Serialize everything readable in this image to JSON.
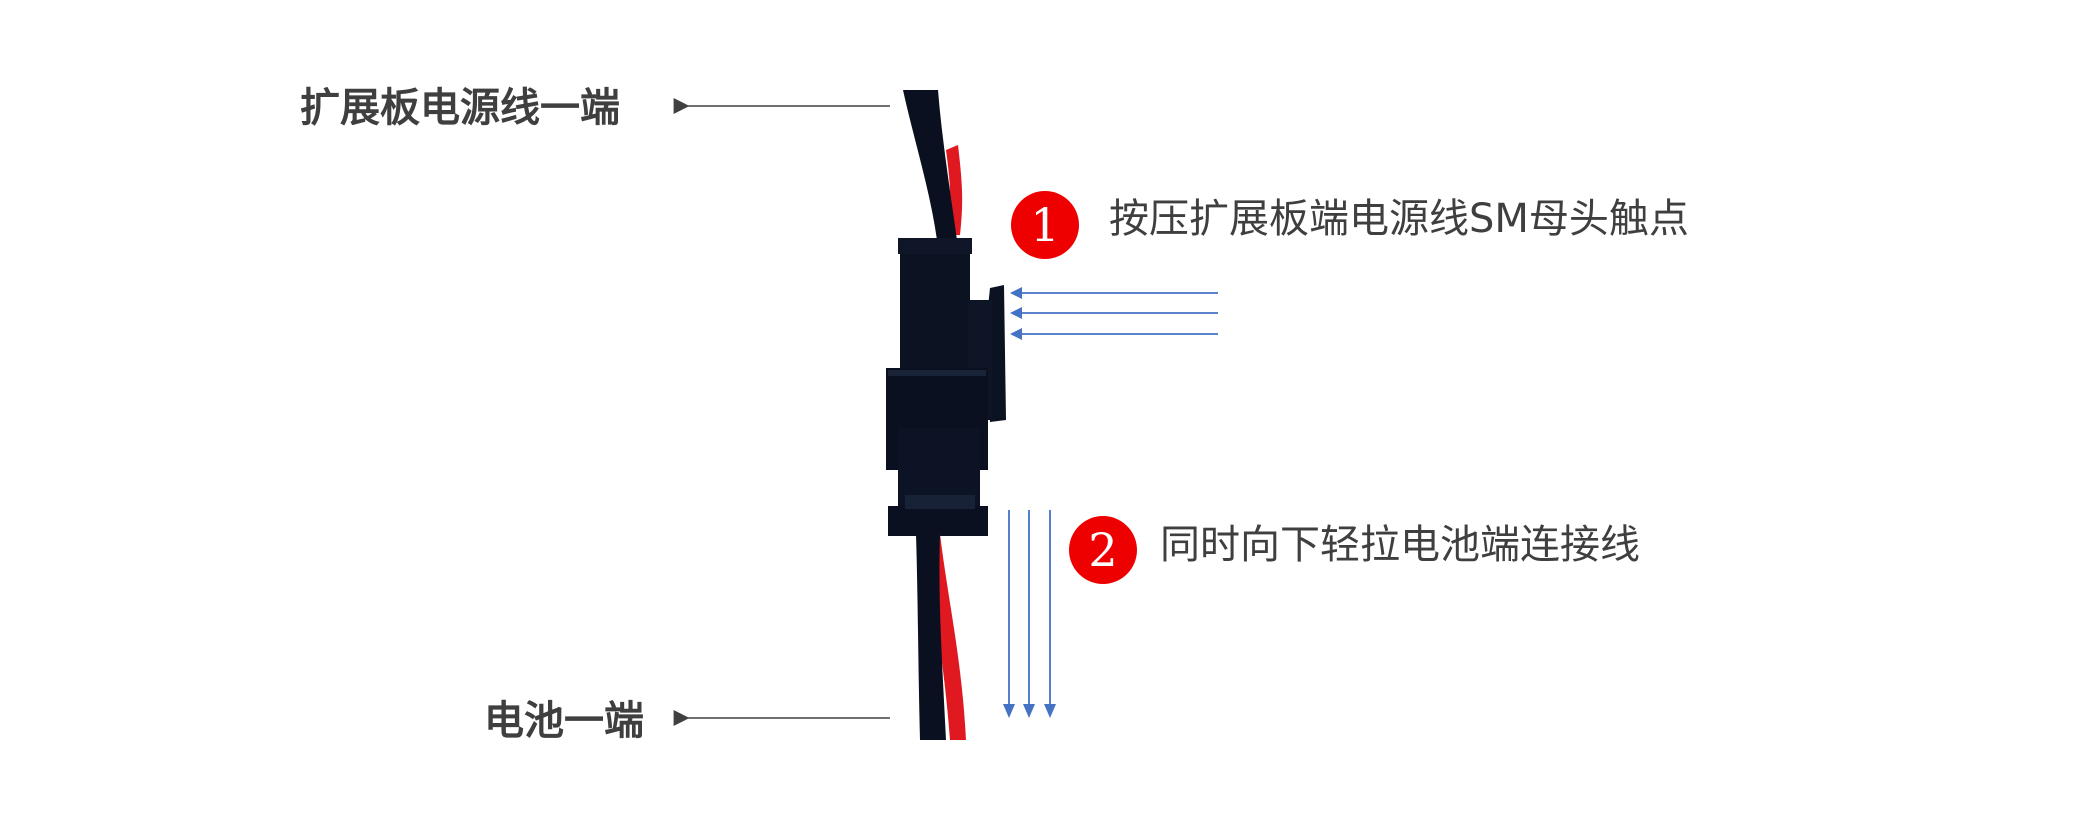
{
  "labels": {
    "expansion_end": "扩展板电源线一端",
    "battery_end": "电池一端"
  },
  "steps": [
    {
      "number": "1",
      "text": "按压扩展板端电源线SM母头触点"
    },
    {
      "number": "2",
      "text": "同时向下轻拉电池端连接线"
    }
  ],
  "colors": {
    "badge": "#ee0000",
    "arrow_blue": "#4472c4",
    "arrow_gray": "#404040",
    "text": "#3f3f3f",
    "connector": "#0a1020",
    "wire_red": "#e01820"
  }
}
